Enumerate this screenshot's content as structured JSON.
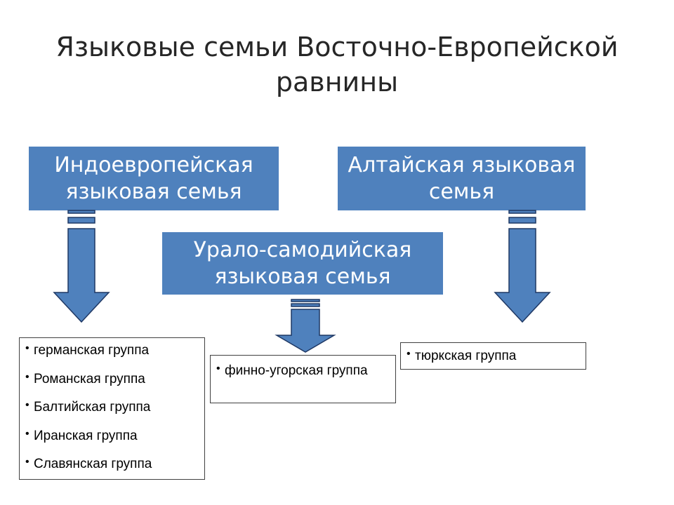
{
  "title": "Языковые семьи Восточно-Европейской равнины",
  "families": [
    {
      "label": "Индоевропейская языковая семья"
    },
    {
      "label": "Алтайская языковая семья"
    },
    {
      "label": "Урало-самодийская языковая семья"
    }
  ],
  "groups": {
    "indo_european": [
      "германская группа",
      "Романская группа",
      "Балтийская группа",
      "Иранская группа",
      "Славянская группа"
    ],
    "uralic": [
      "финно-угорская группа"
    ],
    "altaic": [
      "тюркская группа"
    ]
  },
  "colors": {
    "family_fill": "#4f81bd",
    "arrow_fill": "#4f81bd",
    "arrow_stroke": "#1f3864"
  },
  "icons": [
    "down-arrow-icon"
  ]
}
